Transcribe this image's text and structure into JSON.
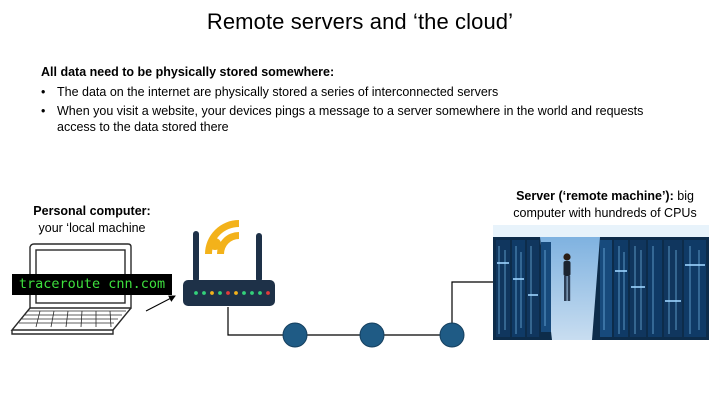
{
  "slide": {
    "title": "Remote servers and ‘the cloud’"
  },
  "content": {
    "lead": "All data need to be physically stored somewhere:",
    "bullets": [
      "The data on the internet are physically stored a series of interconnected servers",
      "When you visit a website, your devices pings a message to a server somewhere in the world and requests access to the data stored there"
    ],
    "bullet_glyph": "•"
  },
  "personal_computer": {
    "title": "Personal computer:",
    "subtitle": "your ‘local machine",
    "terminal_command": "traceroute cnn.com"
  },
  "server": {
    "title": "Server (‘remote machine’):",
    "description_part1": " big",
    "description_part2": "computer with hundreds of CPUs"
  },
  "icons": {
    "laptop": "laptop-icon",
    "router": "wifi-router-icon",
    "network_node": "network-node-icon"
  },
  "colors": {
    "node": "#1f5b85",
    "router_body": "#1e3148",
    "wifi": "#f3b21a",
    "terminal_text": "#3ee03e"
  }
}
